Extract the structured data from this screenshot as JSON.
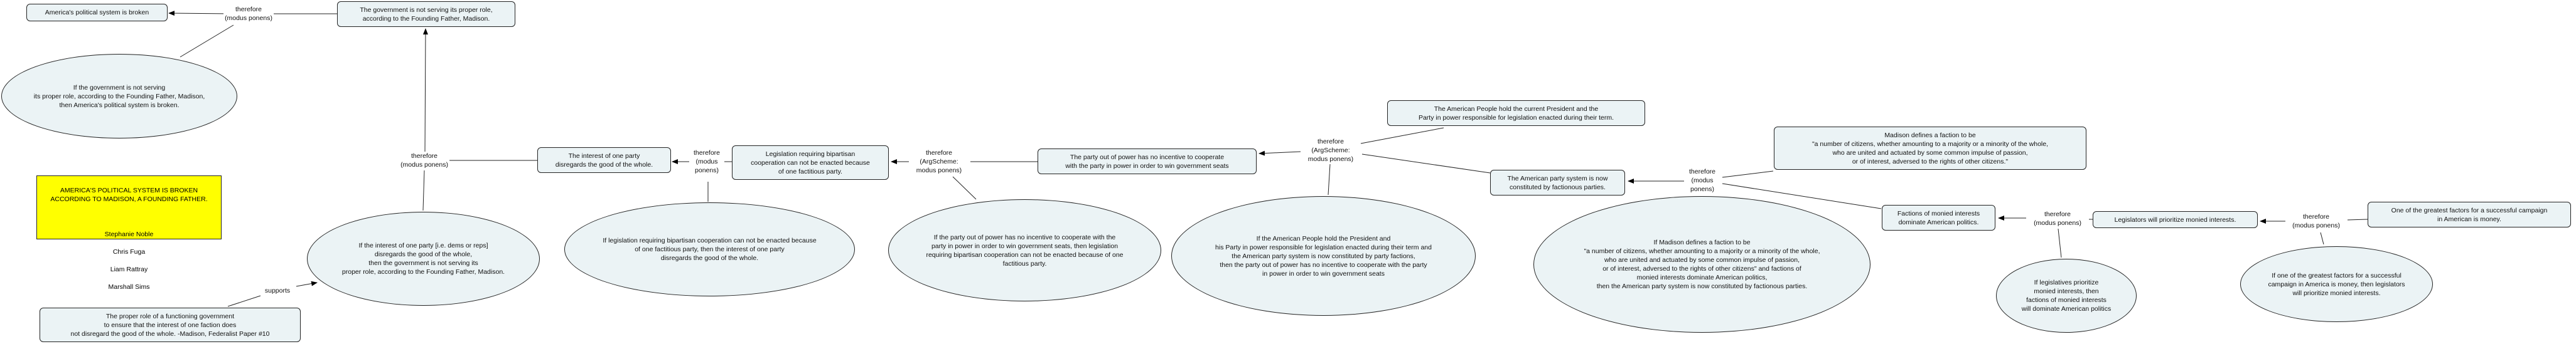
{
  "colors": {
    "node_fill": "#ebf3f5",
    "title_fill": "#ffff00",
    "stroke": "#222222"
  },
  "title_block": {
    "title": "AMERICA'S POLITICAL SYSTEM IS BROKEN\nACCORDING TO MADISON, A FOUNDING FATHER.",
    "authors": [
      "Stephanie Noble",
      "Chris Fuga",
      "Liam Rattray",
      "Marshall Sims"
    ]
  },
  "nodes": {
    "a": "America's political system is broken",
    "b": "The government is not serving its proper role,\naccording to the Founding Father, Madison.",
    "e1": "If the government is not serving\nits proper role, according to the Founding Father, Madison,\nthen America's political system is broken.",
    "e2": "If the interest of one party [i.e. dems or reps]\ndisregards the good of the whole,\nthen the government is not serving its\nproper role, according to the Founding Father, Madison.",
    "madison_quote": "The proper role of a functioning government\nto ensure that the interest of one faction does\nnot disregard the good of the whole. -Madison, Federalist Paper #10",
    "c": "The interest of one party\ndisregards the good of the whole.",
    "d": "Legislation requiring bipartisan\ncooperation can not be enacted because\nof one factitious party.",
    "e3": "If legislation requiring bipartisan cooperation can not be enacted because\nof one factitious party, then the interest of one party\ndisregards the good of the whole.",
    "e": "The party out of power has no incentive to cooperate\nwith the party in power in order to win government seats",
    "e4": "If the party out of power has no incentive to cooperate with the\nparty in power in order to win government seats, then legislation\nrequiring bipartisan cooperation can not be enacted because of one\nfactitious party.",
    "f": "The American People hold the current President and the\nParty in power responsible for legislation enacted during their term.",
    "e5": "If the American People hold the President and\nhis Party in power responsible for legislation enacted during their term and\nthe American party system is now constituted by party factions,\nthen the party out of power has no incentive to cooperate with the party\nin power in order to win government seats",
    "g": "The American party system is now\nconstituted by factionous parties.",
    "h": "Madison defines a faction to be\n\"a number of citizens, whether amounting to a majority or a minority of the whole,\nwho are united and actuated by some common impulse of passion,\nor of interest, adversed to the rights of other citizens.\"",
    "e6": "If Madison defines a faction to be\n\"a number of citizens, whether amounting to a majority or a minority of the whole,\nwho are united and actuated by some common impulse of passion,\nor of interest, adversed to the rights of other citizens\" and factions of\nmonied interests dominate American politics,\nthen the American party system is now constituted by factionous parties.",
    "i": "Factions of monied interests\ndominate American politics.",
    "e7": "If legislatives prioritize\nmonied interests, then\nfactions of monied interests\nwill dominate American politics",
    "j": "Legislators will prioritize monied interests.",
    "k": "One of the greatest factors for a successful campaign\nin American is money.",
    "e8": "If one of the greatest factors for a successful\ncampaign in America is money, then legislators\nwill prioritize monied interests."
  },
  "links": {
    "l1": "therefore\n(modus ponens)",
    "l2": "therefore\n(modus ponens)",
    "l3": "therefore\n(modus\nponens)",
    "l4": "therefore\n(ArgScheme:\nmodus ponens)",
    "l5": "therefore\n(ArgScheme:\nmodus ponens)",
    "l6": "therefore\n(modus\nponens)",
    "l7": "therefore\n(modus ponens)",
    "l8": "therefore\n(modus ponens)",
    "supports": "supports"
  }
}
